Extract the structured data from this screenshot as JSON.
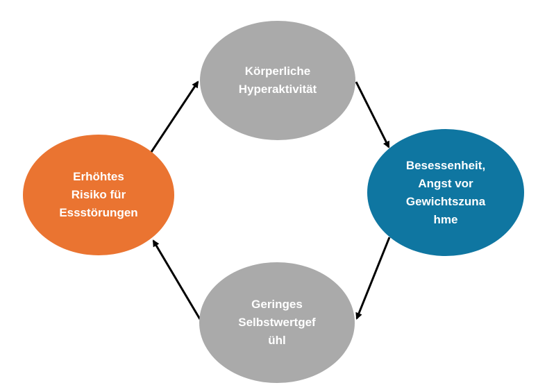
{
  "nodes": {
    "top": {
      "label": "Körperliche\nHyperaktivität",
      "color": "#aaaaaa"
    },
    "right": {
      "label": "Besessenheit,\nAngst vor\nGewichtszuna\nhme",
      "color": "#0f76a1"
    },
    "bottom": {
      "label": "Geringes\nSelbstwertgef\nühl",
      "color": "#aaaaaa"
    },
    "left": {
      "label": "Erhöhtes\nRisiko für\nEssstörungen",
      "color": "#ea7431"
    }
  },
  "edges": [
    {
      "from": "left",
      "to": "top"
    },
    {
      "from": "top",
      "to": "right"
    },
    {
      "from": "right",
      "to": "bottom"
    },
    {
      "from": "bottom",
      "to": "left"
    }
  ]
}
